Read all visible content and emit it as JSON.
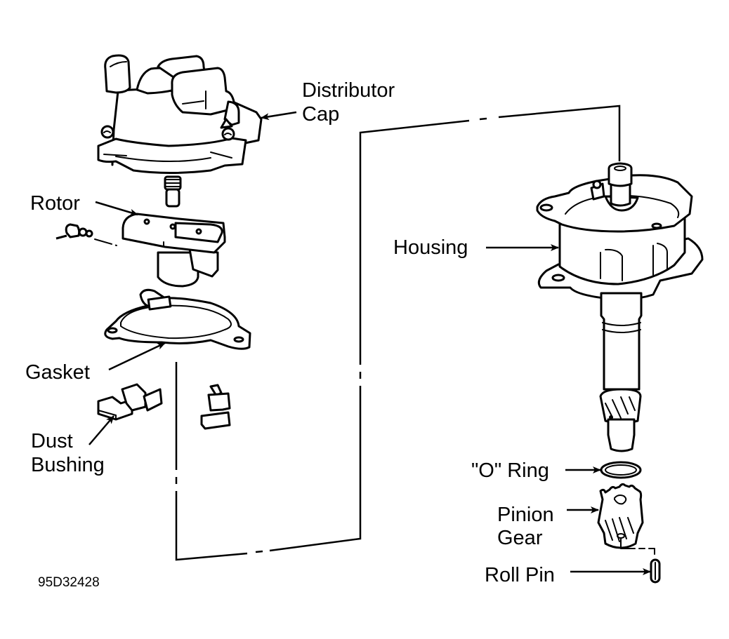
{
  "diagram": {
    "type": "exploded-parts-view",
    "subject": "Distributor assembly",
    "labels": {
      "distributor_cap_line1": "Distributor",
      "distributor_cap_line2": "Cap",
      "rotor": "Rotor",
      "gasket": "Gasket",
      "dust_bushing_line1": "Dust",
      "dust_bushing_line2": "Bushing",
      "housing": "Housing",
      "o_ring": "\"O\" Ring",
      "pinion_gear_line1": "Pinion",
      "pinion_gear_line2": "Gear",
      "roll_pin": "Roll Pin"
    },
    "figure_id": "95D32428",
    "colors": {
      "ink": "#000000",
      "paper": "#ffffff"
    }
  }
}
